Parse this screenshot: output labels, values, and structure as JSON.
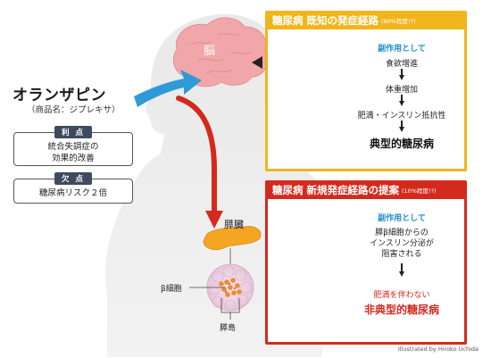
{
  "drug": {
    "name": "オランザピン",
    "brand": "（商品名：ジプレキサ）"
  },
  "merit": {
    "tag": "利 点",
    "lines": [
      "統合失調症の",
      "効果的改善"
    ]
  },
  "demerit": {
    "tag": "欠 点",
    "text": "糖尿病リスク２倍"
  },
  "anatomy": {
    "brain": "脳",
    "pancreas": "膵臓",
    "beta_cell": "β細胞",
    "islet": "膵島"
  },
  "panel_known": {
    "title": "糖尿病 既知の発症経路",
    "ratio": "(90%程度!?)",
    "side_effect": "副作用として",
    "steps": [
      "食欲増進",
      "体重増加",
      "肥満・インスリン抵抗性"
    ],
    "result": "典型的糖尿病"
  },
  "panel_new": {
    "title": "糖尿病 新規発症経路の提案",
    "ratio": "(10%程度!?)",
    "side_effect": "副作用として",
    "mechanism": [
      "膵β細胞からの",
      "インスリン分泌が",
      "阻害される"
    ],
    "condition": "肥満を伴わない",
    "result": "非典型的糖尿病"
  },
  "credit": "Illustrated by Hiroko Uchida",
  "colors": {
    "panel_known": "#f1b51c",
    "panel_new": "#d42a1e",
    "side_effect_text": "#1e8fd0",
    "silhouette_bg": "#e7e7e7",
    "brain": "#f1a7a9",
    "blue_arrow": "#2e9ad8",
    "red_arrow": "#d42a1e",
    "pancreas": "#f4a623",
    "body_heavy": "#8a8a8a",
    "body_lean": "#22445f"
  }
}
